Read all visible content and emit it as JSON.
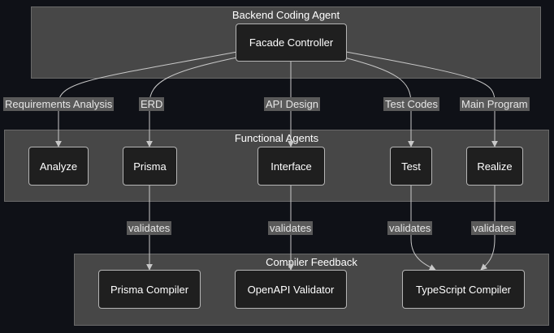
{
  "clusters": {
    "backend": {
      "title": "Backend Coding Agent"
    },
    "functional": {
      "title": "Functional Agents"
    },
    "compiler": {
      "title": "Compiler Feedback"
    }
  },
  "nodes": {
    "facade": "Facade Controller",
    "analyze": "Analyze",
    "prisma": "Prisma",
    "interface": "Interface",
    "test": "Test",
    "realize": "Realize",
    "prisma_compiler": "Prisma Compiler",
    "openapi_validator": "OpenAPI Validator",
    "typescript_compiler": "TypeScript Compiler"
  },
  "edge_labels": {
    "requirements_analysis": "Requirements Analysis",
    "erd": "ERD",
    "api_design": "API Design",
    "test_codes": "Test Codes",
    "main_program": "Main Program",
    "validates_prisma": "validates",
    "validates_interface": "validates",
    "validates_test": "validates",
    "validates_realize": "validates"
  },
  "colors": {
    "background": "#0f1117",
    "cluster_fill": "#474747",
    "node_fill": "#1f1f1f",
    "edge": "#c8c8c8"
  }
}
